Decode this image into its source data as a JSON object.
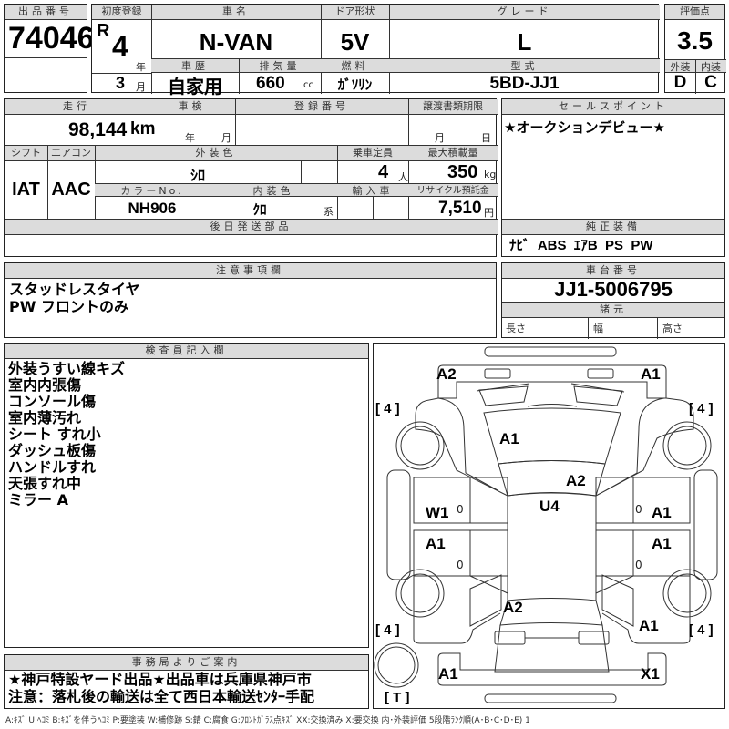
{
  "lot": {
    "label": "出品番号",
    "value": "74046"
  },
  "first_reg": {
    "label": "初度登録",
    "era": "R",
    "year": "4",
    "year_unit": "年",
    "month": "3",
    "month_unit": "月"
  },
  "car_name": {
    "label": "車名",
    "value": "N-VAN"
  },
  "door": {
    "label": "ドア形状",
    "value": "5V"
  },
  "grade": {
    "label": "グレード",
    "value": "L"
  },
  "score": {
    "label": "評価点",
    "value": "3.5",
    "exterior_label": "外装",
    "exterior": "D",
    "interior_label": "内装",
    "interior": "C"
  },
  "history": {
    "label": "車歴",
    "value": "自家用"
  },
  "displacement": {
    "label": "排気量",
    "value": "660",
    "unit": "cc"
  },
  "fuel": {
    "label": "燃料",
    "value": "ｶﾞｿﾘﾝ"
  },
  "model": {
    "label": "型式",
    "value": "5BD-JJ1"
  },
  "mileage": {
    "label": "走行",
    "value": "98,144",
    "unit": "km"
  },
  "inspection": {
    "label": "車検",
    "year_unit": "年",
    "month_unit": "月"
  },
  "reg_number": {
    "label": "登録番号",
    "value": ""
  },
  "transfer_deadline": {
    "label": "譲渡書類期限",
    "month_unit": "月",
    "day_unit": "日"
  },
  "shift": {
    "label": "シフト",
    "value": "IAT"
  },
  "aircon": {
    "label": "エアコン",
    "value": "AAC"
  },
  "ext_color": {
    "label": "外装色",
    "value": "ｼﾛ"
  },
  "capacity": {
    "label": "乗車定員",
    "value": "4",
    "unit": "人"
  },
  "max_load": {
    "label": "最大積載量",
    "value": "350",
    "unit": "kg"
  },
  "color_no": {
    "label": "カラーNo.",
    "value": "NH906"
  },
  "int_color": {
    "label": "内装色",
    "value": "ｸﾛ",
    "unit": "系"
  },
  "import": {
    "label": "輸入車"
  },
  "recycle": {
    "label": "リサイクル預託金",
    "value": "7,510",
    "unit": "円"
  },
  "later_parts": {
    "label": "後日発送部品",
    "value": ""
  },
  "sales_point": {
    "label": "セールスポイント",
    "value": "★オークションデビュー★"
  },
  "equipment": {
    "label": "純正装備",
    "value": "ﾅﾋﾞ  ABS  ｴｱB  PS  PW"
  },
  "notes": {
    "label": "注意事項欄",
    "lines": [
      "スタッドレスタイヤ",
      "PW フロントのみ"
    ]
  },
  "chassis": {
    "label": "車台番号",
    "value": "JJ1-5006795"
  },
  "specs": {
    "label": "諸元",
    "length": "長さ",
    "width": "幅",
    "height": "高さ"
  },
  "inspector": {
    "label": "検査員記入欄",
    "lines": [
      "外装うすい線キズ",
      "室内内張傷",
      "コンソール傷",
      "室内薄汚れ",
      "シート すれ小",
      "ダッシュ板傷",
      "ハンドルすれ",
      "天張すれ中",
      "ミラー A"
    ]
  },
  "office": {
    "label": "事務局よりご案内",
    "lines": [
      "★神戸特設ヤード出品★出品車は兵庫県神戸市",
      "注意：落札後の輸送は全て西日本輸送ｾﾝﾀｰ手配"
    ]
  },
  "diagram": {
    "tire_fl": "[ 4 ]",
    "tire_fr": "[ 4 ]",
    "tire_rl": "[ 4 ]",
    "tire_rr": "[ 4 ]",
    "spare": "[ T ]",
    "marks": {
      "front_bumper_left": "A2",
      "front_bumper_right": "A1",
      "hood": "A1",
      "windshield": "A2",
      "roof": "U4",
      "front_door_left": "W1",
      "front_door_right": "A1",
      "rear_door_left": "A1",
      "rear_door_right": "A1",
      "rear_gate": "A2",
      "rear_quarter_right": "A1",
      "rear_bumper_left": "A1",
      "rear_bumper_right": "X1",
      "zero": "0"
    }
  },
  "legend": "A:ｷｽﾞ  U:ﾍｺﾐ  B:ｷｽﾞを伴うﾍｺﾐ  P:要塗装  W:補修跡  S:錆  C:腐食  G:ﾌﾛﾝﾄｶﾞﾗｽ点ｷｽﾞ  XX:交換済み  X:要交換   内･外装評価   5段階ﾗﾝｸ順(A･B･C･D･E) 1"
}
